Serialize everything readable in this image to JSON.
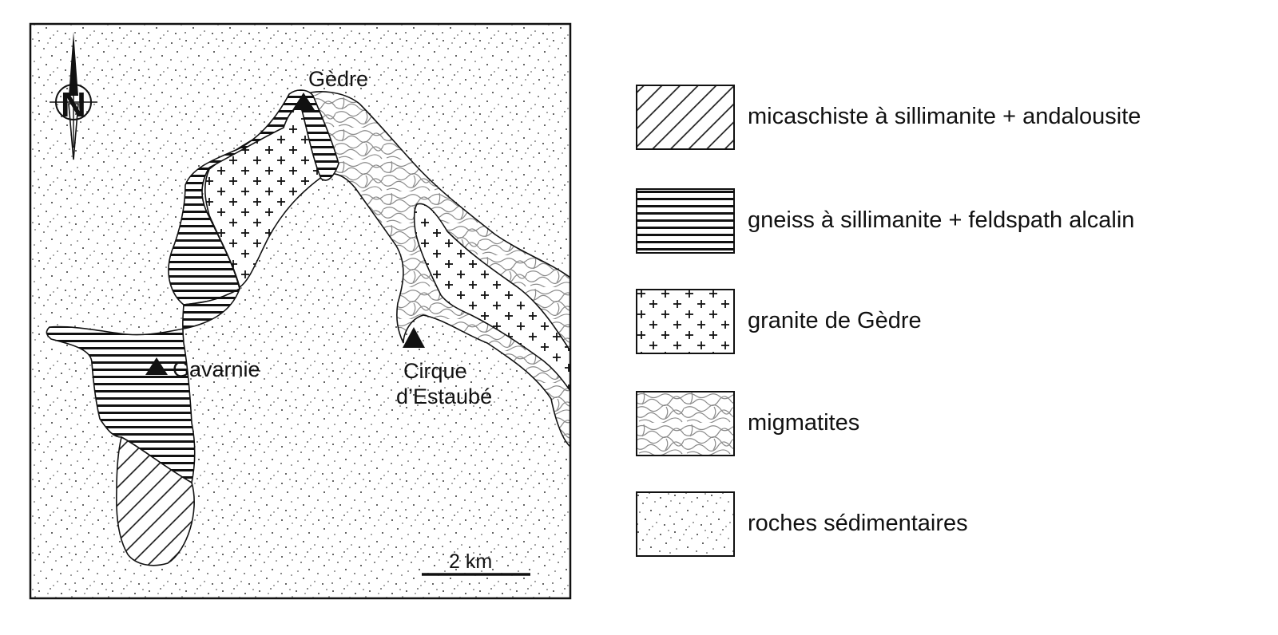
{
  "map": {
    "north_label": "N",
    "places": [
      {
        "id": "gedre",
        "label": "Gèdre"
      },
      {
        "id": "gavarnie",
        "label": "Gavarnie"
      },
      {
        "id": "estaube_line1",
        "label": "Cirque"
      },
      {
        "id": "estaube_line2",
        "label": "d’Estaubé"
      }
    ],
    "scale_bar": {
      "label": "2 km"
    }
  },
  "legend": {
    "items": [
      {
        "pattern": "diagonal-hatch",
        "label": "micaschiste à sillimanite + andalousite"
      },
      {
        "pattern": "horizontal-lines",
        "label": "gneiss à sillimanite + feldspath alcalin"
      },
      {
        "pattern": "crosses",
        "label": "granite de Gèdre"
      },
      {
        "pattern": "wavy-lines",
        "label": "migmatites"
      },
      {
        "pattern": "stipple",
        "label": "roches sédimentaires"
      }
    ]
  },
  "colors": {
    "ink": "#111111",
    "background": "#ffffff",
    "migmatite_ink": "#8a8a8a"
  }
}
